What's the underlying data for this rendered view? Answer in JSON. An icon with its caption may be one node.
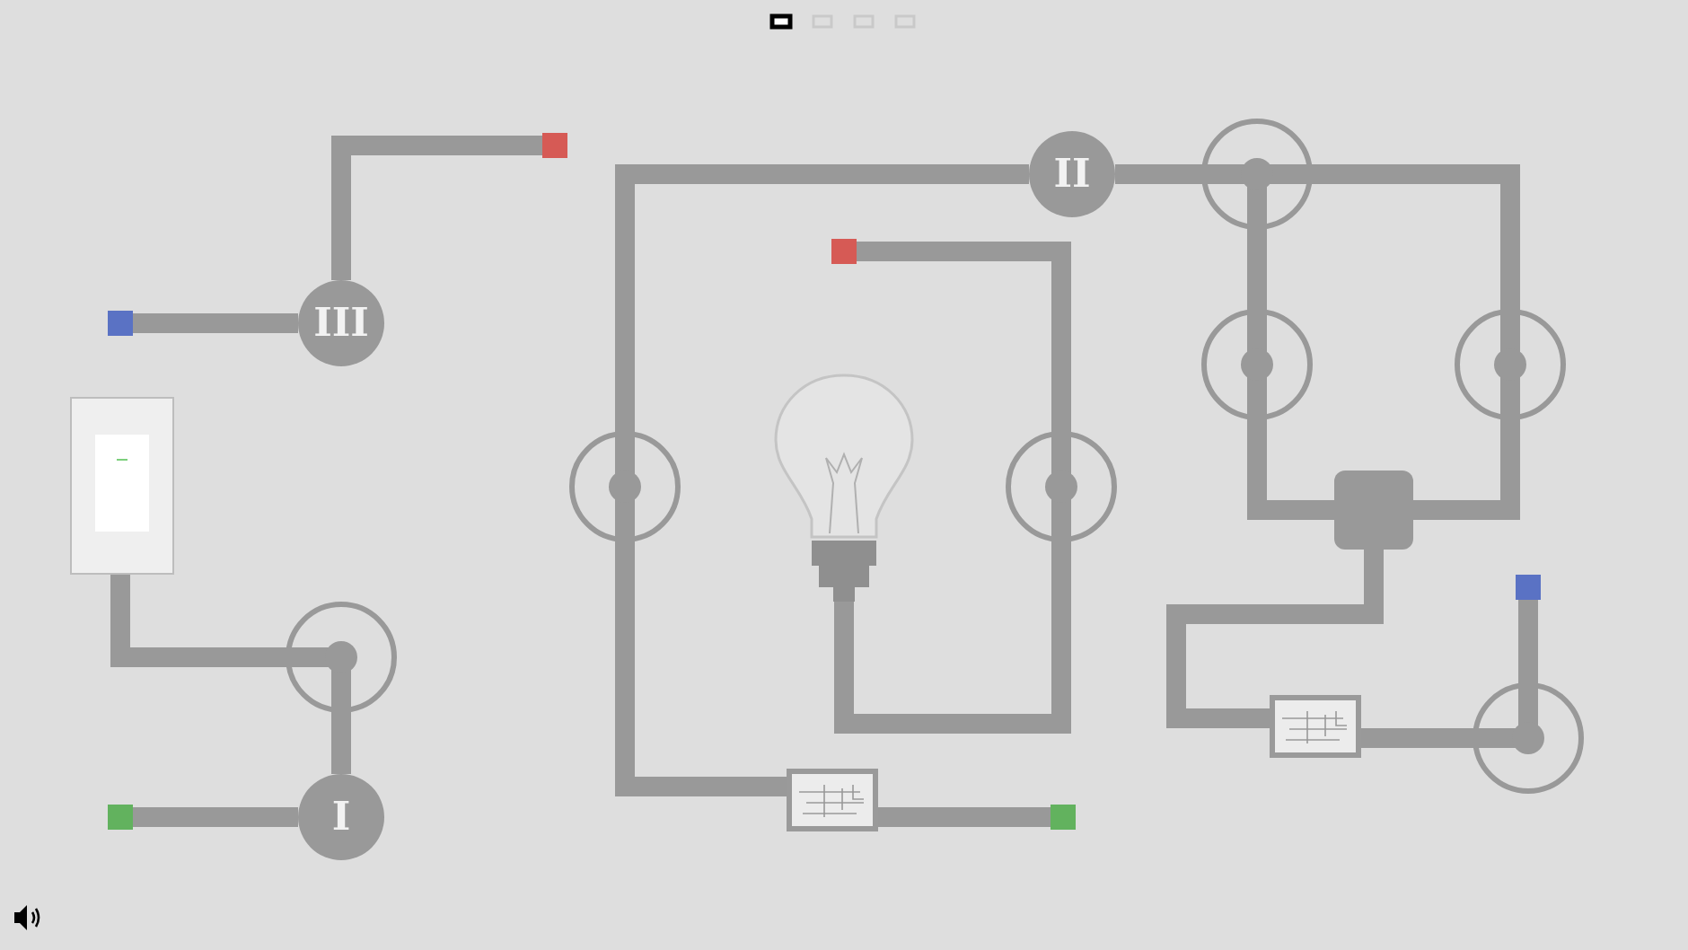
{
  "diagram": {
    "nodes": [
      {
        "text": [],
        "shape": "box"
      },
      {
        "text": [
          "II"
        ]
      },
      {
        "text": [],
        "shape": "circle"
      },
      {
        "text": [],
        "shape": "box"
      },
      {
        "text": [],
        "shape": "box"
      },
      {
        "text": [
          "III"
        ]
      },
      {
        "text": [],
        "shape": "circle"
      },
      {
        "text": [],
        "shape": "circle"
      },
      {
        "text": [],
        "shape": "box"
      },
      {
        "text": [],
        "shape": "picture"
      },
      {
        "text": [],
        "shape": "circle"
      },
      {
        "text": [],
        "shape": "circle"
      },
      {
        "text": [],
        "shape": "box"
      },
      {
        "text": [],
        "shape": "box"
      },
      {
        "text": [],
        "shape": "circle"
      },
      {
        "text": [],
        "shape": "box"
      },
      {
        "text": [],
        "shape": "circle"
      },
      {
        "text": [],
        "shape": "box"
      },
      {
        "text": [
          "I"
        ]
      },
      {
        "text": [],
        "shape": "box"
      },
      {
        "text": [],
        "shape": "box"
      }
    ],
    "edges": [
      {
        "from": 5,
        "to": 0,
        "arrow": "none"
      },
      {
        "from": 4,
        "to": 5,
        "arrow": "none"
      },
      {
        "from": 1,
        "to": 10,
        "arrow": "none"
      },
      {
        "from": 10,
        "to": 17,
        "arrow": "none"
      },
      {
        "from": 17,
        "to": 20,
        "arrow": "none"
      },
      {
        "from": 3,
        "to": 11,
        "arrow": "none"
      },
      {
        "from": 11,
        "to": 9,
        "arrow": "none"
      },
      {
        "from": 1,
        "to": 2,
        "arrow": "none"
      },
      {
        "from": 2,
        "to": 7,
        "arrow": "none"
      },
      {
        "from": 7,
        "to": 12,
        "arrow": "none"
      },
      {
        "from": 2,
        "to": 6,
        "arrow": "none"
      },
      {
        "from": 6,
        "to": 12,
        "arrow": "none"
      },
      {
        "from": 12,
        "to": 15,
        "arrow": "none"
      },
      {
        "from": 15,
        "to": 16,
        "arrow": "none"
      },
      {
        "from": 16,
        "to": 13,
        "arrow": "none"
      },
      {
        "from": 8,
        "to": 14,
        "arrow": "none"
      },
      {
        "from": 14,
        "to": 18,
        "arrow": "none"
      },
      {
        "from": 19,
        "to": 18,
        "arrow": "none"
      }
    ]
  }
}
